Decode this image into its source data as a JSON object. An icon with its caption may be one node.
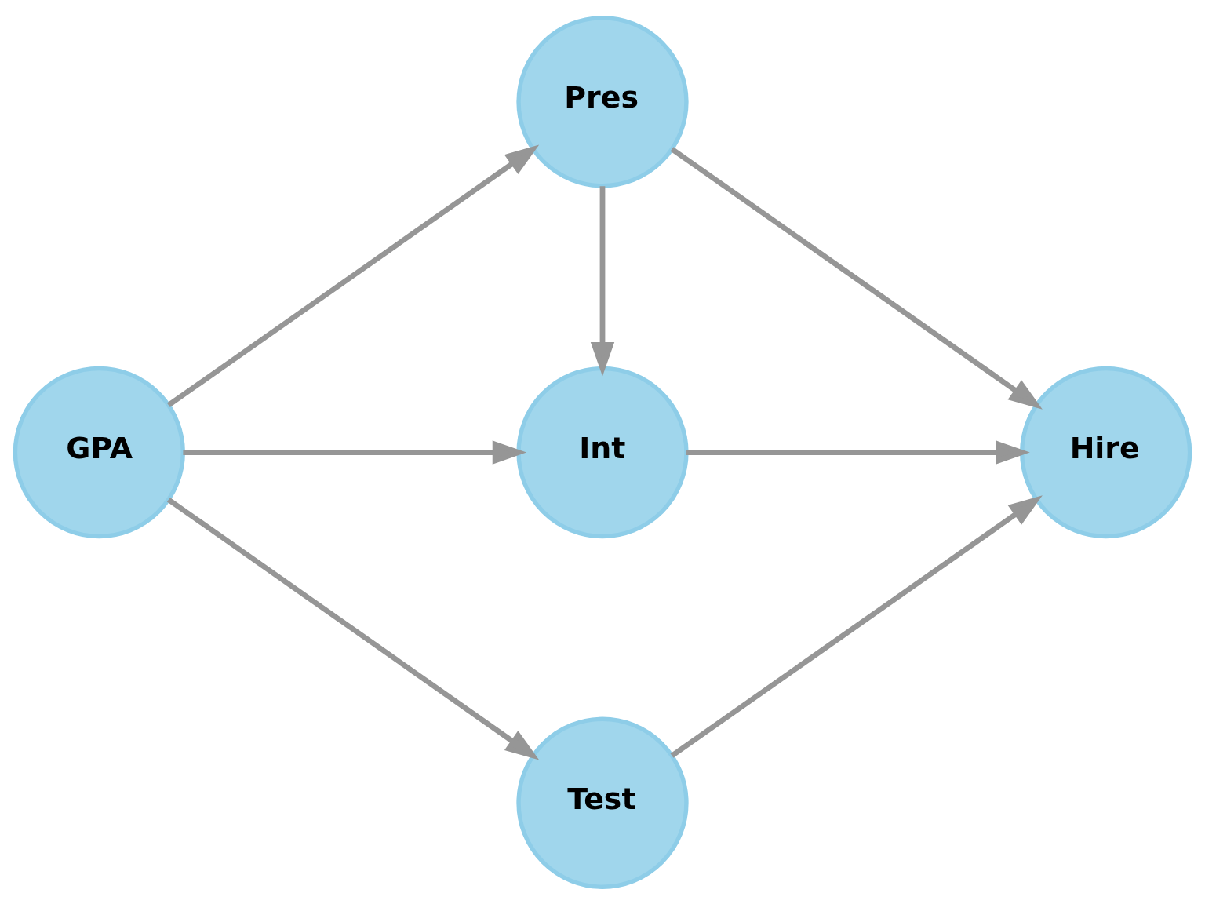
{
  "diagram": {
    "nodes": [
      {
        "text": [
          "GPA"
        ]
      },
      {
        "text": [
          "Pres"
        ]
      },
      {
        "text": [
          "Test"
        ]
      },
      {
        "text": [
          "Int"
        ]
      },
      {
        "text": [
          "Hire"
        ]
      }
    ],
    "edges": [
      {
        "from": 0,
        "to": 1,
        "arrow": "to"
      },
      {
        "from": 0,
        "to": 2,
        "arrow": "to"
      },
      {
        "from": 0,
        "to": 3,
        "arrow": "to"
      },
      {
        "from": 1,
        "to": 3,
        "arrow": "to"
      },
      {
        "from": 1,
        "to": 4,
        "arrow": "to"
      },
      {
        "from": 2,
        "to": 4,
        "arrow": "to"
      },
      {
        "from": 3,
        "to": 4,
        "arrow": "to"
      }
    ]
  }
}
